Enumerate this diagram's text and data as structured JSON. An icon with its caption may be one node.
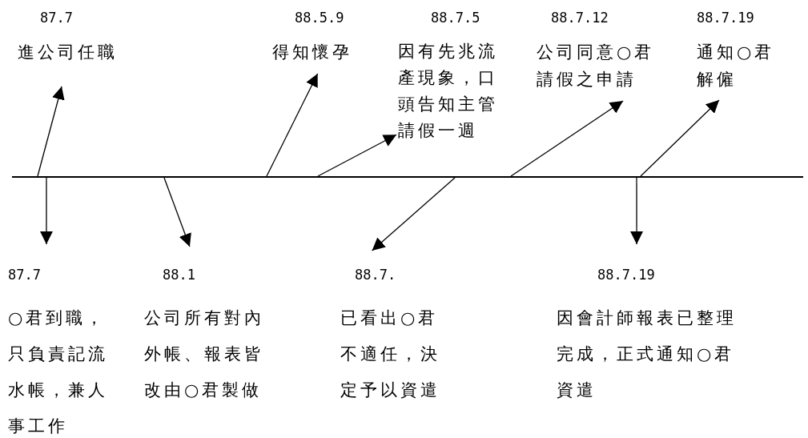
{
  "diagram": {
    "nodes": [
      {
        "text": [],
        "shape": "bar"
      },
      {
        "text": [
          "87.7",
          "進公司任職"
        ]
      },
      {
        "text": [
          "88.5.9",
          "得知懷孕"
        ]
      },
      {
        "text": [
          "88.7.5",
          "因有先兆流產現象，口頭告知主管請假一週"
        ]
      },
      {
        "text": [
          "88.7.12",
          "公司同意○君請假之申請"
        ]
      },
      {
        "text": [
          "88.7.19",
          "通知○君解僱"
        ]
      },
      {
        "text": [
          "87.7",
          "○君到職，只負責記流水帳，兼人事工作"
        ]
      },
      {
        "text": [
          "88.1",
          "公司所有對內外帳、報表皆改由○君製做"
        ]
      },
      {
        "text": [
          "88.7.",
          "已看出○君不適任，決定予以資遣"
        ]
      },
      {
        "text": [
          "88.7.19",
          "因會計師報表已整理完成，正式通知○君資遣"
        ]
      }
    ],
    "edges": [
      {
        "from": 0,
        "to": 1,
        "arrow": "to"
      },
      {
        "from": 0,
        "to": 2,
        "arrow": "to"
      },
      {
        "from": 0,
        "to": 3,
        "arrow": "to"
      },
      {
        "from": 0,
        "to": 4,
        "arrow": "to"
      },
      {
        "from": 0,
        "to": 5,
        "arrow": "to"
      },
      {
        "from": 0,
        "to": 6,
        "arrow": "to"
      },
      {
        "from": 0,
        "to": 7,
        "arrow": "to"
      },
      {
        "from": 0,
        "to": 8,
        "arrow": "to"
      },
      {
        "from": 0,
        "to": 9,
        "arrow": "to"
      }
    ]
  }
}
